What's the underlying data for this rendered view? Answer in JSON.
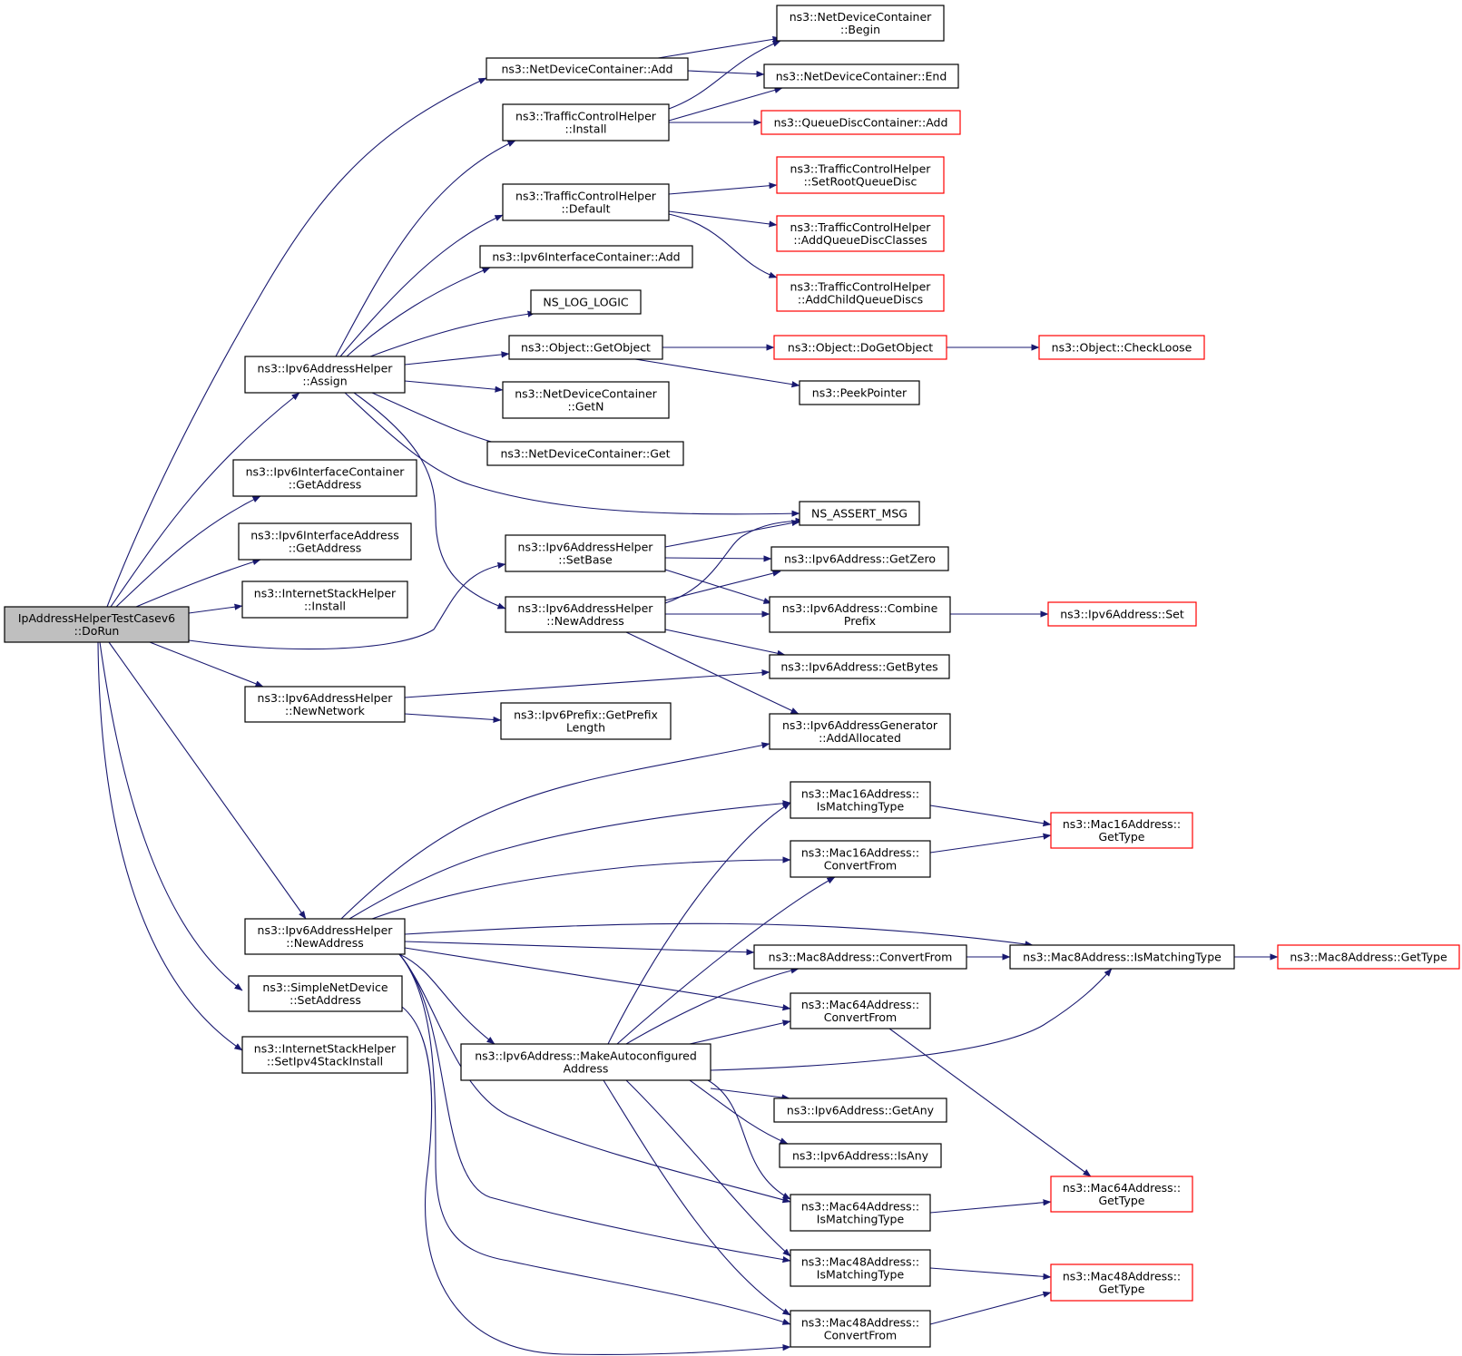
{
  "diagram": {
    "type": "call-graph",
    "edge_color": "#191970",
    "node_border_color": "#000000",
    "truncated_node_border_color": "#ff0000",
    "root_fill_color": "#bfbfbf",
    "nodes": [
      {
        "id": "root",
        "lines": [
          "IpAddressHelperTestCasev6",
          "::DoRun"
        ],
        "style": "root"
      },
      {
        "id": "ndc_add",
        "lines": [
          "ns3::NetDeviceContainer::Add"
        ],
        "style": "normal"
      },
      {
        "id": "ndc_begin",
        "lines": [
          "ns3::NetDeviceContainer",
          "::Begin"
        ],
        "style": "normal"
      },
      {
        "id": "ndc_end",
        "lines": [
          "ns3::NetDeviceContainer::End"
        ],
        "style": "normal"
      },
      {
        "id": "tch_install",
        "lines": [
          "ns3::TrafficControlHelper",
          "::Install"
        ],
        "style": "normal"
      },
      {
        "id": "qdc_add",
        "lines": [
          "ns3::QueueDiscContainer::Add"
        ],
        "style": "red"
      },
      {
        "id": "tch_default",
        "lines": [
          "ns3::TrafficControlHelper",
          "::Default"
        ],
        "style": "normal"
      },
      {
        "id": "tch_setroot",
        "lines": [
          "ns3::TrafficControlHelper",
          "::SetRootQueueDisc"
        ],
        "style": "red"
      },
      {
        "id": "tch_addqdc",
        "lines": [
          "ns3::TrafficControlHelper",
          "::AddQueueDiscClasses"
        ],
        "style": "red"
      },
      {
        "id": "tch_addchild",
        "lines": [
          "ns3::TrafficControlHelper",
          "::AddChildQueueDiscs"
        ],
        "style": "red"
      },
      {
        "id": "ipv6ic_add",
        "lines": [
          "ns3::Ipv6InterfaceContainer::Add"
        ],
        "style": "normal"
      },
      {
        "id": "ns_log_logic",
        "lines": [
          "NS_LOG_LOGIC"
        ],
        "style": "normal"
      },
      {
        "id": "obj_getobject",
        "lines": [
          "ns3::Object::GetObject"
        ],
        "style": "normal"
      },
      {
        "id": "obj_dogetobject",
        "lines": [
          "ns3::Object::DoGetObject"
        ],
        "style": "red"
      },
      {
        "id": "obj_checkloose",
        "lines": [
          "ns3::Object::CheckLoose"
        ],
        "style": "red"
      },
      {
        "id": "ipv6ah_assign",
        "lines": [
          "ns3::Ipv6AddressHelper",
          "::Assign"
        ],
        "style": "normal"
      },
      {
        "id": "ndc_getn",
        "lines": [
          "ns3::NetDeviceContainer",
          "::GetN"
        ],
        "style": "normal"
      },
      {
        "id": "peekpointer",
        "lines": [
          "ns3::PeekPointer"
        ],
        "style": "normal"
      },
      {
        "id": "ndc_get",
        "lines": [
          "ns3::NetDeviceContainer::Get"
        ],
        "style": "normal"
      },
      {
        "id": "ipv6ic_getaddr",
        "lines": [
          "ns3::Ipv6InterfaceContainer",
          "::GetAddress"
        ],
        "style": "normal"
      },
      {
        "id": "ns_assert_msg",
        "lines": [
          "NS_ASSERT_MSG"
        ],
        "style": "normal"
      },
      {
        "id": "ipv6ia_getaddr",
        "lines": [
          "ns3::Ipv6InterfaceAddress",
          "::GetAddress"
        ],
        "style": "normal"
      },
      {
        "id": "ipv6ah_setbase",
        "lines": [
          "ns3::Ipv6AddressHelper",
          "::SetBase"
        ],
        "style": "normal"
      },
      {
        "id": "ipv6a_getzero",
        "lines": [
          "ns3::Ipv6Address::GetZero"
        ],
        "style": "normal"
      },
      {
        "id": "ish_install",
        "lines": [
          "ns3::InternetStackHelper",
          "::Install"
        ],
        "style": "normal"
      },
      {
        "id": "ipv6ah_newaddr1",
        "lines": [
          "ns3::Ipv6AddressHelper",
          "::NewAddress"
        ],
        "style": "normal"
      },
      {
        "id": "ipv6a_combine",
        "lines": [
          "ns3::Ipv6Address::Combine",
          "Prefix"
        ],
        "style": "normal"
      },
      {
        "id": "ipv6a_set",
        "lines": [
          "ns3::Ipv6Address::Set"
        ],
        "style": "red"
      },
      {
        "id": "ipv6a_getbytes",
        "lines": [
          "ns3::Ipv6Address::GetBytes"
        ],
        "style": "normal"
      },
      {
        "id": "ipv6ah_newnet",
        "lines": [
          "ns3::Ipv6AddressHelper",
          "::NewNetwork"
        ],
        "style": "normal"
      },
      {
        "id": "ipv6p_getlen",
        "lines": [
          "ns3::Ipv6Prefix::GetPrefix",
          "Length"
        ],
        "style": "normal"
      },
      {
        "id": "ipv6ag_addalloc",
        "lines": [
          "ns3::Ipv6AddressGenerator",
          "::AddAllocated"
        ],
        "style": "normal"
      },
      {
        "id": "mac16_ismatch",
        "lines": [
          "ns3::Mac16Address::",
          "IsMatchingType"
        ],
        "style": "normal"
      },
      {
        "id": "mac16_gettype",
        "lines": [
          "ns3::Mac16Address::",
          "GetType"
        ],
        "style": "red"
      },
      {
        "id": "mac16_convert",
        "lines": [
          "ns3::Mac16Address::",
          "ConvertFrom"
        ],
        "style": "normal"
      },
      {
        "id": "ipv6ah_newaddr2",
        "lines": [
          "ns3::Ipv6AddressHelper",
          "::NewAddress"
        ],
        "style": "normal"
      },
      {
        "id": "mac8_convert",
        "lines": [
          "ns3::Mac8Address::ConvertFrom"
        ],
        "style": "normal"
      },
      {
        "id": "mac8_ismatch",
        "lines": [
          "ns3::Mac8Address::IsMatchingType"
        ],
        "style": "normal"
      },
      {
        "id": "mac8_gettype",
        "lines": [
          "ns3::Mac8Address::GetType"
        ],
        "style": "red"
      },
      {
        "id": "sndev_setaddr",
        "lines": [
          "ns3::SimpleNetDevice",
          "::SetAddress"
        ],
        "style": "normal"
      },
      {
        "id": "mac64_convert",
        "lines": [
          "ns3::Mac64Address::",
          "ConvertFrom"
        ],
        "style": "normal"
      },
      {
        "id": "ish_setipv4",
        "lines": [
          "ns3::InternetStackHelper",
          "::SetIpv4StackInstall"
        ],
        "style": "normal"
      },
      {
        "id": "ipv6a_makeauto",
        "lines": [
          "ns3::Ipv6Address::MakeAutoconfigured",
          "Address"
        ],
        "style": "normal"
      },
      {
        "id": "ipv6a_getany",
        "lines": [
          "ns3::Ipv6Address::GetAny"
        ],
        "style": "normal"
      },
      {
        "id": "ipv6a_isany",
        "lines": [
          "ns3::Ipv6Address::IsAny"
        ],
        "style": "normal"
      },
      {
        "id": "mac64_ismatch",
        "lines": [
          "ns3::Mac64Address::",
          "IsMatchingType"
        ],
        "style": "normal"
      },
      {
        "id": "mac64_gettype",
        "lines": [
          "ns3::Mac64Address::",
          "GetType"
        ],
        "style": "red"
      },
      {
        "id": "mac48_ismatch",
        "lines": [
          "ns3::Mac48Address::",
          "IsMatchingType"
        ],
        "style": "normal"
      },
      {
        "id": "mac48_gettype",
        "lines": [
          "ns3::Mac48Address::",
          "GetType"
        ],
        "style": "red"
      },
      {
        "id": "mac48_convert",
        "lines": [
          "ns3::Mac48Address::",
          "ConvertFrom"
        ],
        "style": "normal"
      }
    ]
  }
}
